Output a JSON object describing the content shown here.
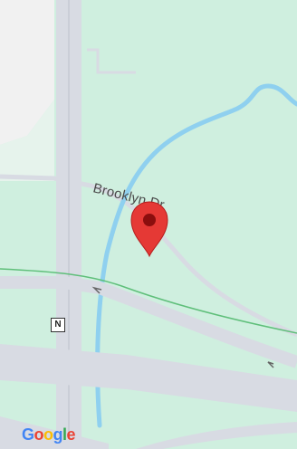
{
  "map": {
    "street_label": "Brooklyn Dr",
    "route_shield": "N",
    "attribution": "Google",
    "marker_icon": "location-pin-icon",
    "colors": {
      "land": "#cfefdf",
      "grey_area": "#f1f1f1",
      "road": "#d8dbe3",
      "water": "#8fd0ef",
      "marker": "#e53935",
      "rail": "#5fbf7a"
    }
  }
}
